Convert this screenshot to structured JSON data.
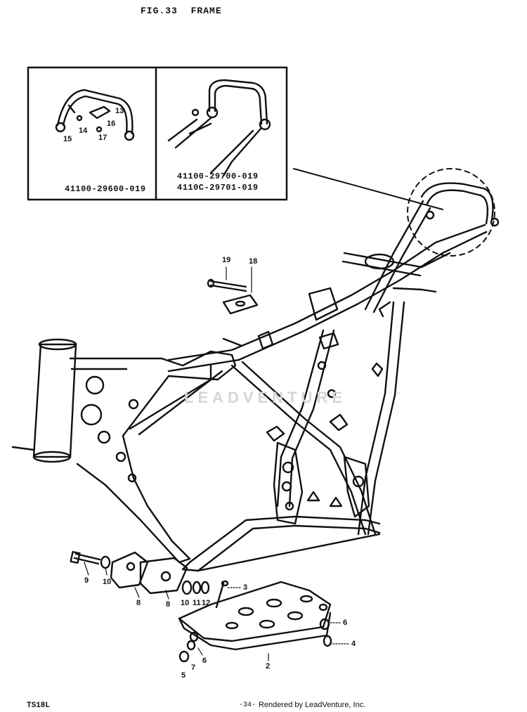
{
  "header": {
    "fig": "FIG.33",
    "name": "FRAME"
  },
  "insets": {
    "left_code": "41100-29600-019",
    "right_codes": [
      "41100-29700-019",
      "4110C-29701-019"
    ]
  },
  "watermark": "LEADVENTURE",
  "callouts": [
    {
      "id": "c19",
      "label": "19"
    },
    {
      "id": "c18",
      "label": "18"
    },
    {
      "id": "c13",
      "label": "13"
    },
    {
      "id": "c14",
      "label": "14"
    },
    {
      "id": "c15",
      "label": "15"
    },
    {
      "id": "c16",
      "label": "16"
    },
    {
      "id": "c17",
      "label": "17"
    },
    {
      "id": "c9",
      "label": "9"
    },
    {
      "id": "c10a",
      "label": "10"
    },
    {
      "id": "c8a",
      "label": "8"
    },
    {
      "id": "c8b",
      "label": "8"
    },
    {
      "id": "c10b",
      "label": "10"
    },
    {
      "id": "c11",
      "label": "11"
    },
    {
      "id": "c12",
      "label": "12"
    },
    {
      "id": "c3",
      "label": "3"
    },
    {
      "id": "c6a",
      "label": "6"
    },
    {
      "id": "c4",
      "label": "4"
    },
    {
      "id": "c2",
      "label": "2"
    },
    {
      "id": "c6b",
      "label": "6"
    },
    {
      "id": "c7",
      "label": "7"
    },
    {
      "id": "c5",
      "label": "5"
    }
  ],
  "footer": {
    "model": "TS18L",
    "page": "-34-",
    "credit": "Rendered by LeadVenture, Inc."
  }
}
